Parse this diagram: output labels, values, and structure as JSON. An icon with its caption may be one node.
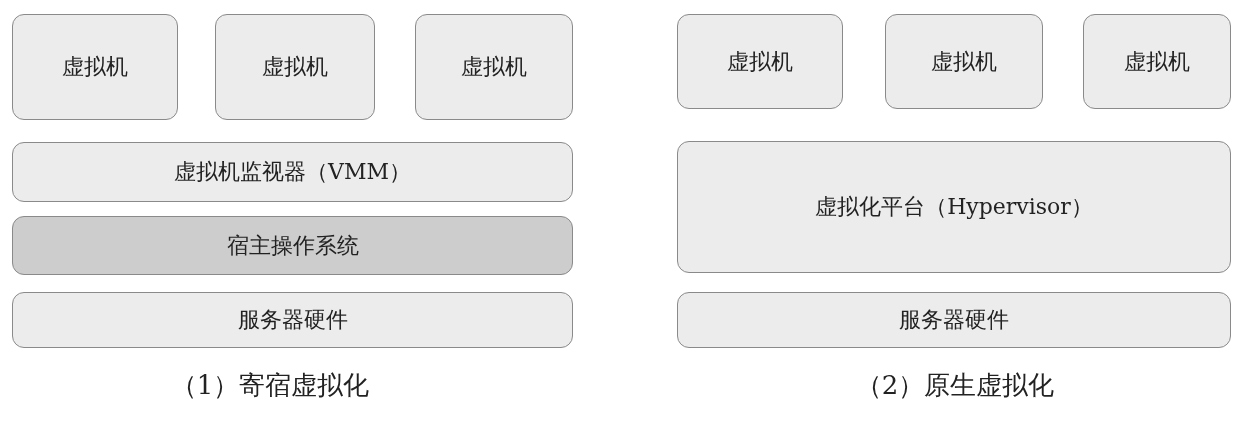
{
  "diagram": {
    "nodes": [
      {
        "text": [
          "虚拟机"
        ]
      },
      {
        "text": [
          "虚拟机"
        ]
      },
      {
        "text": [
          "虚拟机"
        ]
      },
      {
        "text": [
          "虚拟机监视器（VMM）"
        ]
      },
      {
        "text": [
          "宿主操作系统"
        ]
      },
      {
        "text": [
          "服务器硬件"
        ]
      },
      {
        "text": [
          "虚拟机"
        ]
      },
      {
        "text": [
          "虚拟机"
        ]
      },
      {
        "text": [
          "虚拟机"
        ]
      },
      {
        "text": [
          "虚拟化平台（Hypervisor）"
        ]
      },
      {
        "text": [
          "服务器硬件"
        ]
      }
    ],
    "labels": [
      "（1）寄宿虚拟化",
      "（2）原生虚拟化"
    ]
  }
}
